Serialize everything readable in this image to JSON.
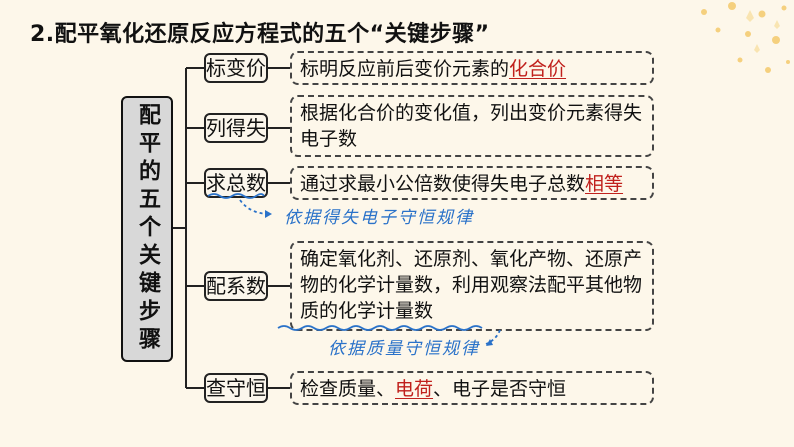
{
  "heading": {
    "number": "2.",
    "text": "配平氧化还原反应方程式的五个“关键步骤”"
  },
  "main_label": "配平的五个关键步骤",
  "steps": [
    {
      "label": "标变价",
      "desc_pre": "标明反应前后变价元素的",
      "desc_red": "化合价",
      "desc_post": ""
    },
    {
      "label": "列得失",
      "desc_pre": "根据化合价的变化值，列出变价元素得失电子数",
      "desc_red": "",
      "desc_post": ""
    },
    {
      "label": "求总数",
      "desc_pre": "通过求最小公倍数使得失电子总数",
      "desc_red": "相等",
      "desc_post": ""
    },
    {
      "label": "配系数",
      "desc_pre": "确定氧化剂、还原剂、氧化产物、还原产物的化学计量数，",
      "desc_red": "",
      "desc_post": "利用观察法配平其他物质的化学计量数"
    },
    {
      "label": "查守恒",
      "desc_pre": "检查质量、",
      "desc_red": "电荷",
      "desc_post": "、电子是否守恒"
    }
  ],
  "notes": {
    "electron": "依据得失电子守恒规律",
    "mass": "依据质量守恒规律"
  },
  "colors": {
    "background": "#fdf7ea",
    "answer_red": "#c0201c",
    "note_blue": "#2a72c9"
  }
}
